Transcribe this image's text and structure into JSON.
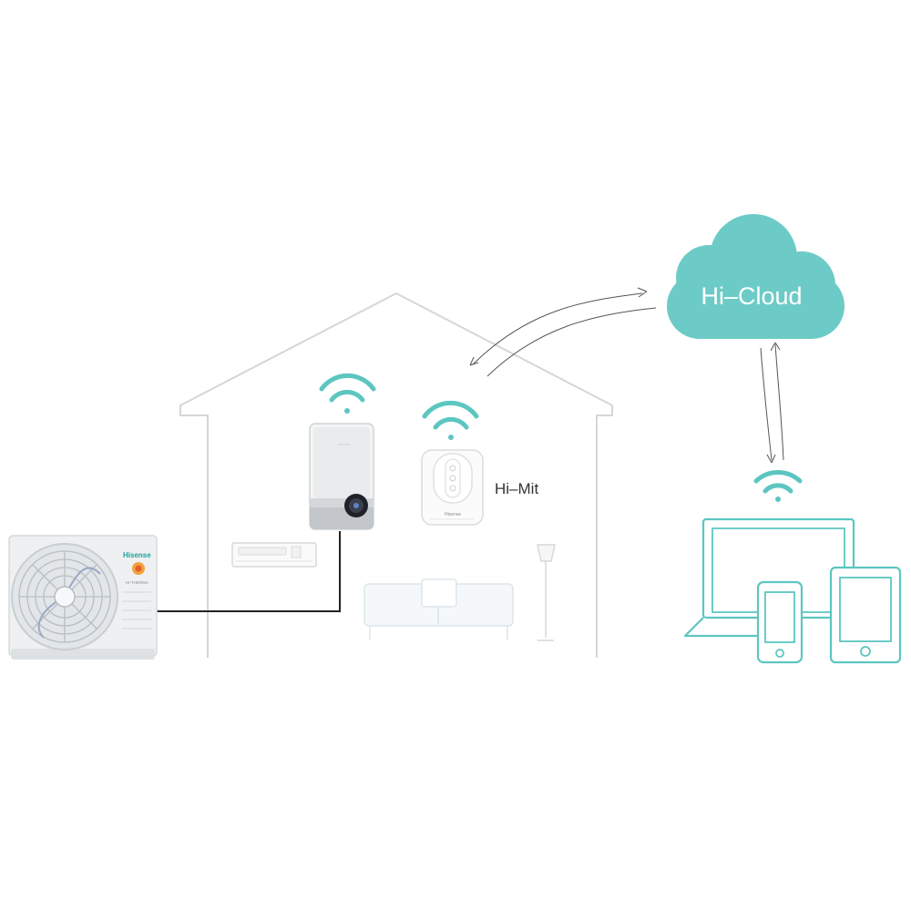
{
  "diagram": {
    "cloud": {
      "label": "Hi–Cloud",
      "icon": "cloud-icon"
    },
    "gateway": {
      "label": "Hi–Mit",
      "brand": "Hisense",
      "icon": "gateway-icon"
    },
    "outdoor_unit": {
      "brand": "Hisense",
      "sub_label": "HI-THERMA",
      "icon": "outdoor-unit-icon"
    },
    "hydro_module": {
      "icon": "hydro-module-icon"
    },
    "devices": [
      "laptop-icon",
      "phone-icon",
      "tablet-icon"
    ],
    "colors": {
      "accent": "#5cc6c1",
      "cloud_fill": "#6ccbc6",
      "house_line": "#d6d6d6",
      "cable": "#222222",
      "arrow": "#555555"
    }
  }
}
